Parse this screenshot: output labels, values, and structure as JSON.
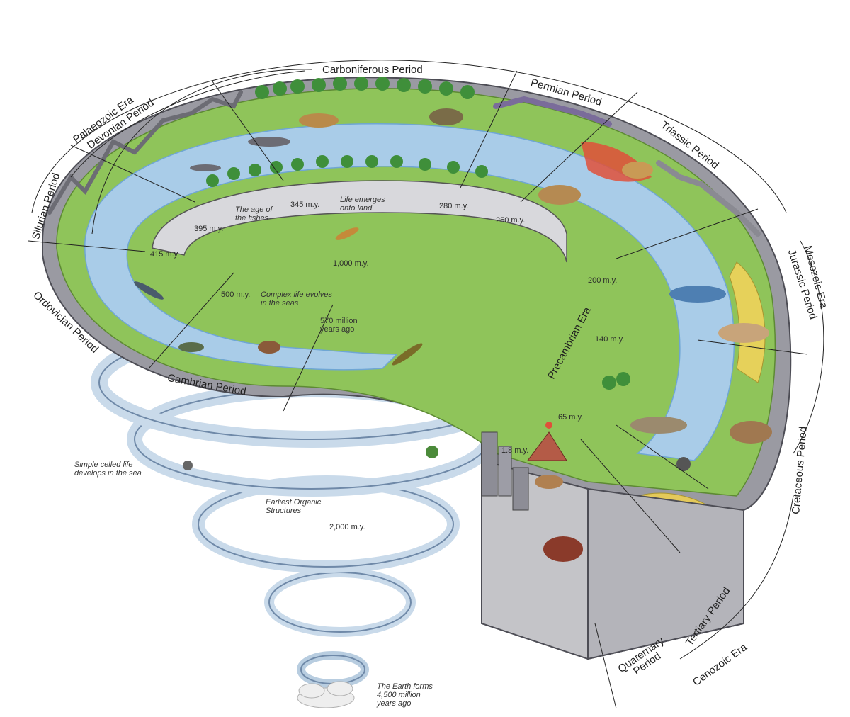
{
  "periods": {
    "carboniferous": "Carboniferous Period",
    "permian": "Permian Period",
    "triassic": "Triassic Period",
    "jurassic": "Jurassic Period",
    "cretaceous": "Cretaceous Period",
    "tertiary": "Tertiary Period",
    "quaternary": "Quaternary\nPeriod",
    "devonian": "Devonian Period",
    "silurian": "Silurian Period",
    "ordovician": "Ordovician Period",
    "cambrian": "Cambrian Period",
    "precambrian": "Precambrian Era"
  },
  "eras": {
    "palaeozoic": "Palaeozoic Era",
    "mesozoic": "Mesozoic Era",
    "cenozoic": "Cenozoic Era"
  },
  "ages": {
    "m345": "345 m.y.",
    "m280": "280 m.y.",
    "m250": "250 m.y.",
    "m395": "395 m.y.",
    "m415": "415 m.y.",
    "m1000": "1,000 m.y.",
    "m500": "500 m.y.",
    "m200": "200 m.y.",
    "m140": "140 m.y.",
    "m65": "65 m.y.",
    "m18": "1.8 m.y.",
    "m2000": "2,000 m.y."
  },
  "notes": {
    "age_of_fishes": "The age of\nthe fishes",
    "life_land": "Life emerges\nonto land",
    "complex_life": "Complex life evolves\nin the seas",
    "million570": "570 million\nyears ago",
    "simple_celled": "Simple celled life\ndevelops in the sea",
    "earliest": "Earliest Organic\nStructures",
    "earth_forms": "The Earth forms\n4,500 million\nyears ago"
  },
  "colors": {
    "water": "#a9cce8",
    "water_dark": "#6fa6d4",
    "land": "#8fc45a",
    "rock": "#8c8c94",
    "spiral": "#c9daea",
    "spiral_edge": "#6f89a8",
    "lava": "#e0503a"
  }
}
